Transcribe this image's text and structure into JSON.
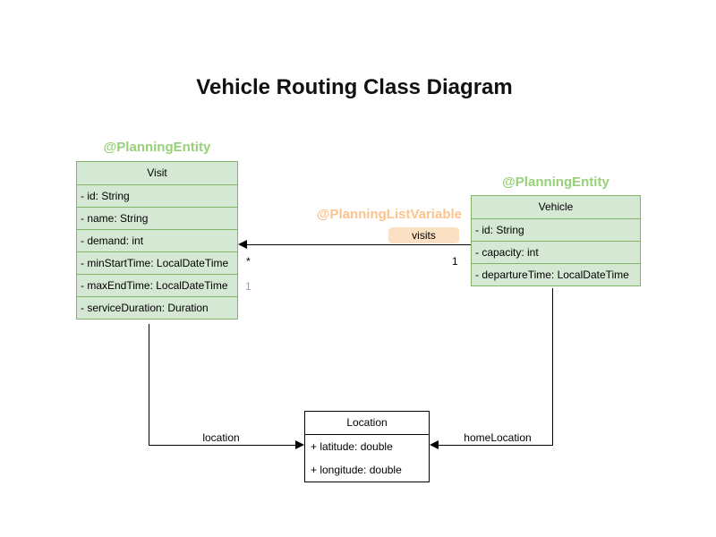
{
  "title": "Vehicle Routing Class Diagram",
  "colors": {
    "class_fill": "#d5e8d4",
    "class_stroke": "#82b366",
    "annotation_green": "#97d077",
    "annotation_orange": "#fcc48c",
    "visits_label_bg": "#fce0c4",
    "multiplicity_purple": "#b18cd9",
    "edge_color": "#000000"
  },
  "classes": {
    "visit": {
      "annotation": "@PlanningEntity",
      "name": "Visit",
      "attributes": [
        "- id: String",
        "- name: String",
        "- demand: int",
        "- minStartTime: LocalDateTime",
        "- maxEndTime: LocalDateTime",
        "- serviceDuration: Duration"
      ]
    },
    "vehicle": {
      "annotation": "@PlanningEntity",
      "name": "Vehicle",
      "attributes": [
        "- id: String",
        "- capacity: int",
        "- departureTime: LocalDateTime"
      ]
    },
    "location": {
      "name": "Location",
      "attributes": [
        "+ latitude: double",
        "+ longitude: double"
      ]
    }
  },
  "edges": {
    "visits": {
      "annotation": "@PlanningListVariable",
      "label": "visits",
      "multiplicity_target": "*",
      "multiplicity_source": "1",
      "multiplicity_extra": "1"
    },
    "location": {
      "label": "location"
    },
    "home_location": {
      "label": "homeLocation"
    }
  }
}
